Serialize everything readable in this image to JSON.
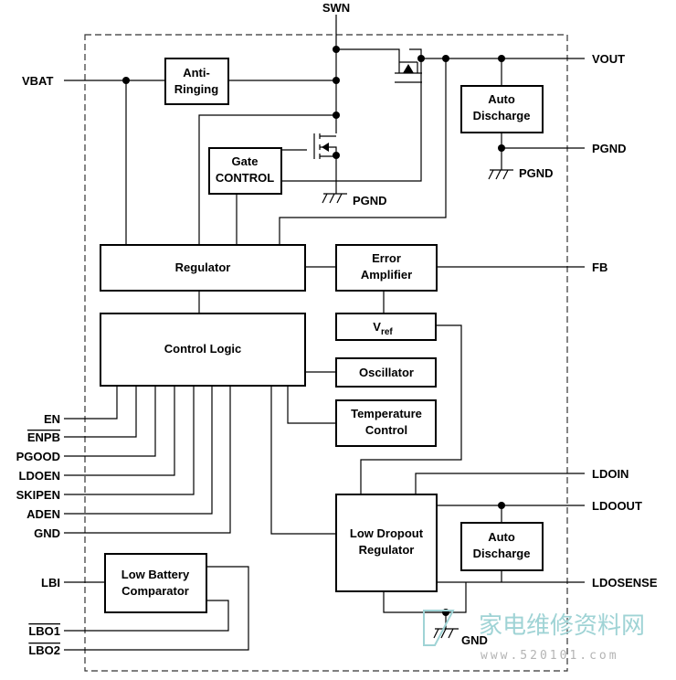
{
  "blocks": {
    "anti_ringing": [
      "Anti-",
      "Ringing"
    ],
    "gate_control": [
      "Gate",
      "CONTROL"
    ],
    "auto_discharge_top": [
      "Auto",
      "Discharge"
    ],
    "regulator": "Regulator",
    "error_amplifier": [
      "Error",
      "Amplifier"
    ],
    "control_logic": "Control Logic",
    "vref": {
      "main": "V",
      "sub": "ref"
    },
    "oscillator": "Oscillator",
    "temperature_control": [
      "Temperature",
      "Control"
    ],
    "ldo_regulator": [
      "Low Dropout",
      "Regulator"
    ],
    "auto_discharge_ldo": [
      "Auto",
      "Discharge"
    ],
    "low_battery_comparator": [
      "Low Battery",
      "Comparator"
    ]
  },
  "pins": {
    "swn": "SWN",
    "vbat": "VBAT",
    "vout": "VOUT",
    "pgnd_right": "PGND",
    "pgnd_ground_right": "PGND",
    "pgnd_ground_center": "PGND",
    "fb": "FB",
    "en": "EN",
    "enpb": "ENPB",
    "pgood": "PGOOD",
    "ldoen": "LDOEN",
    "skipen": "SKIPEN",
    "aden": "ADEN",
    "gnd": "GND",
    "lbi": "LBI",
    "lbo1": "LBO1",
    "lbo2": "LBO2",
    "ldoin": "LDOIN",
    "ldoout": "LDOOUT",
    "ldosense": "LDOSENSE",
    "gnd_bottom": "GND"
  },
  "watermark": {
    "text": "家电维修资料网",
    "url": "www.520101.com"
  }
}
